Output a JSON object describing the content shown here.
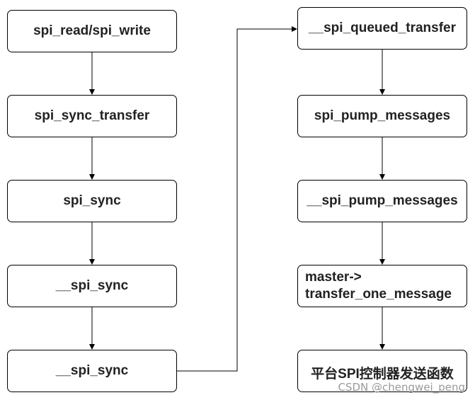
{
  "nodes": {
    "n1": "spi_read/spi_write",
    "n2": "spi_sync_transfer",
    "n3": "spi_sync",
    "n4": "__spi_sync",
    "n5": "__spi_sync",
    "n6": "__spi_queued_transfer",
    "n7": "spi_pump_messages",
    "n8": "__spi_pump_messages",
    "n9_line1": "master->",
    "n9_line2": "transfer_one_message",
    "n10": "平台SPI控制器发送函数"
  },
  "watermark": "CSDN @chengwei_peng",
  "colors": {
    "stroke": "#000000",
    "text": "#222222",
    "watermark": "#9a9a9a"
  }
}
